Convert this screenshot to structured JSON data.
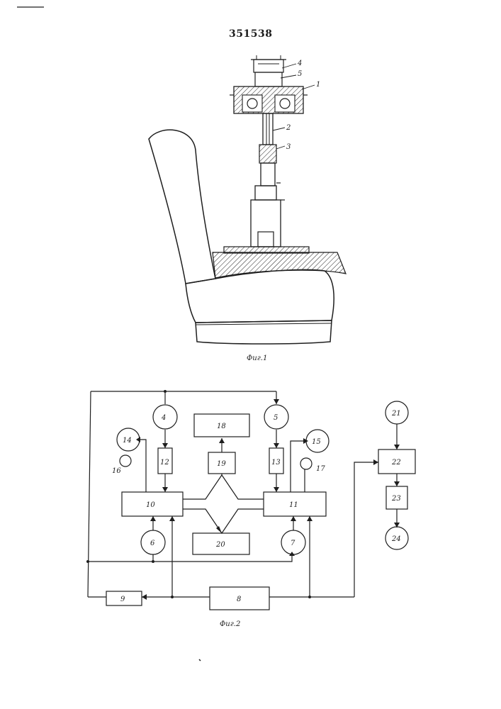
{
  "document": {
    "number": "351538"
  },
  "figure1": {
    "caption": "Фиг.1",
    "part_labels": [
      "4",
      "5",
      "1",
      "2",
      "3"
    ]
  },
  "figure2": {
    "caption": "Фиг.2",
    "blocks": {
      "b4": "4",
      "b5": "5",
      "b6": "6",
      "b7": "7",
      "b8": "8",
      "b9": "9",
      "b10": "10",
      "b11": "11",
      "b12": "12",
      "b13": "13",
      "b14": "14",
      "b15": "15",
      "b16": "16",
      "b17": "17",
      "b18": "18",
      "b19": "19",
      "b20": "20",
      "b21": "21",
      "b22": "22",
      "b23": "23",
      "b24": "24"
    }
  },
  "colors": {
    "ink": "#1e1e1e",
    "paper": "#ffffff"
  }
}
